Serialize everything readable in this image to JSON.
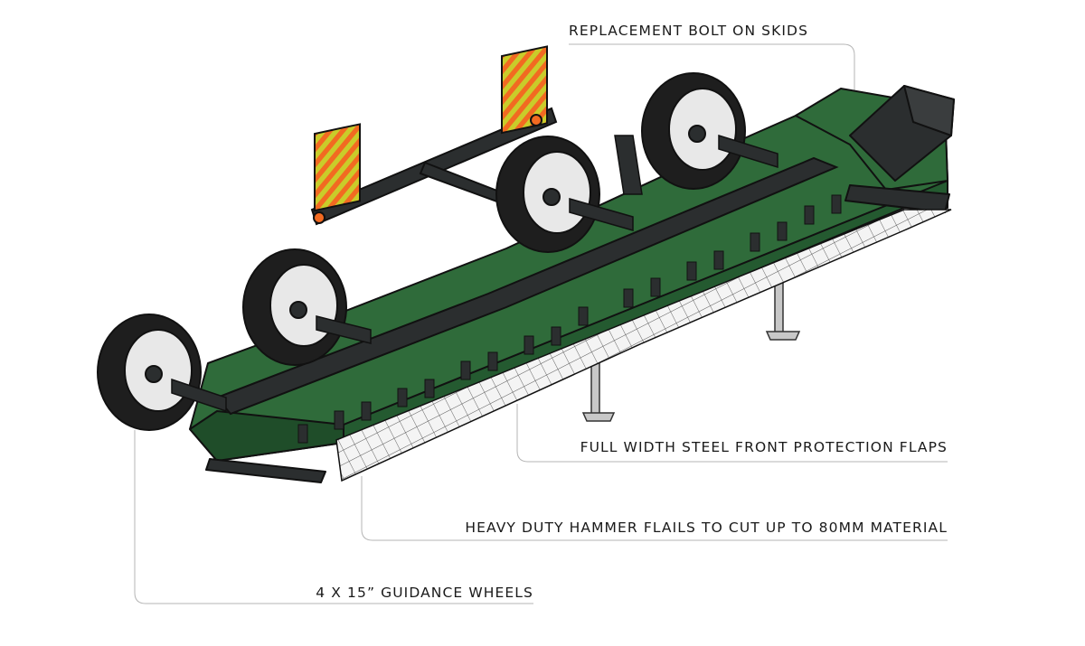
{
  "callouts": {
    "skids": "REPLACEMENT BOLT ON SKIDS",
    "flaps": "FULL WIDTH STEEL FRONT PROTECTION FLAPS",
    "flails": "HEAVY DUTY HAMMER FLAILS TO CUT UP TO 80MM MATERIAL",
    "wheels": "4 X 15” GUIDANCE WHEELS"
  },
  "colors": {
    "body_green": "#2f6b3a",
    "body_green_dark": "#1f4d29",
    "frame_dark": "#2b2e2f",
    "tyre": "#1e1e1e",
    "hazard_orange": "#f26a21",
    "hazard_yellow": "#c9cc2a",
    "flap_white": "#f4f4f4",
    "leader_line": "#b5b5b5"
  }
}
